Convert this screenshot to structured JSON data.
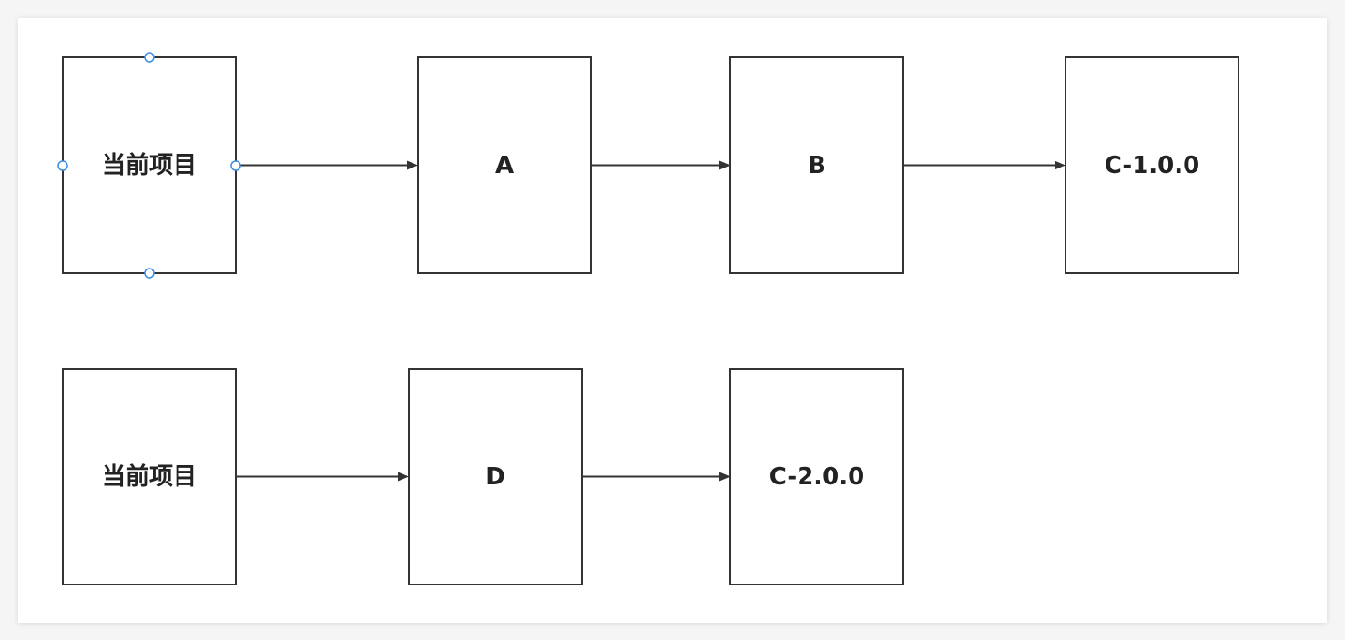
{
  "diagram": {
    "nodes": [
      {
        "id": "n1",
        "label": "当前项目",
        "selected": true
      },
      {
        "id": "n2",
        "label": "A"
      },
      {
        "id": "n3",
        "label": "B"
      },
      {
        "id": "n4",
        "label": "C-1.0.0"
      },
      {
        "id": "n5",
        "label": "当前项目"
      },
      {
        "id": "n6",
        "label": "D"
      },
      {
        "id": "n7",
        "label": "C-2.0.0"
      }
    ],
    "edges": [
      {
        "from": "n1",
        "to": "n2"
      },
      {
        "from": "n2",
        "to": "n3"
      },
      {
        "from": "n3",
        "to": "n4"
      },
      {
        "from": "n5",
        "to": "n6"
      },
      {
        "from": "n6",
        "to": "n7"
      }
    ],
    "colors": {
      "stroke": "#333333",
      "selection_handle": "#3a8ee6",
      "canvas": "#ffffff",
      "background": "#f5f5f5"
    }
  }
}
